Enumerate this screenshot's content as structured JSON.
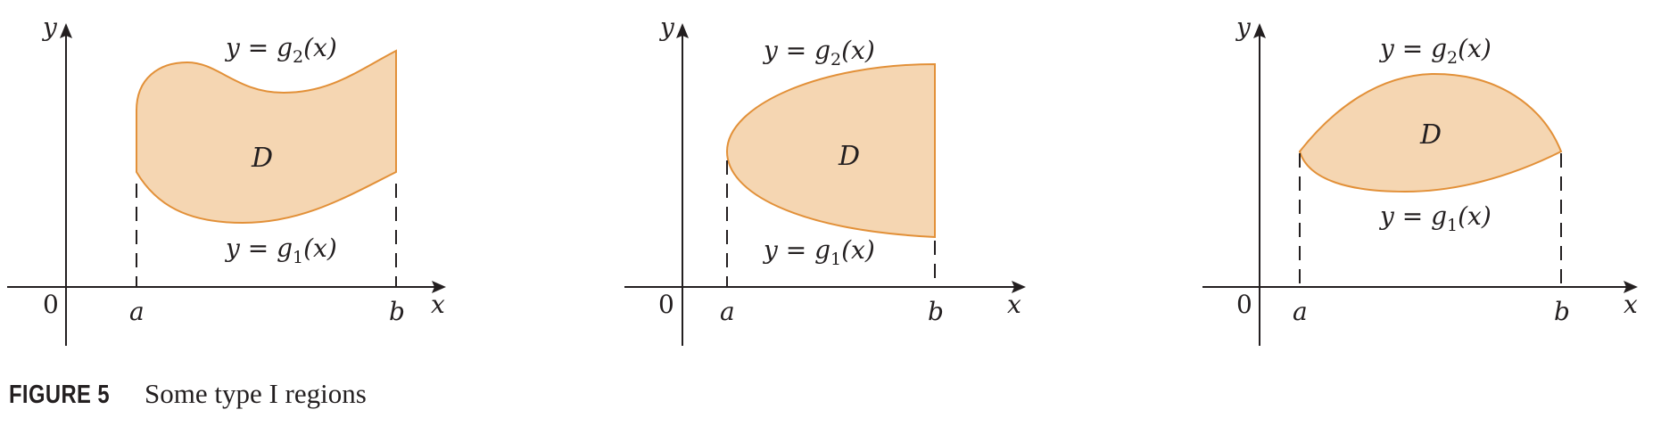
{
  "figure": {
    "label": "FIGURE 5",
    "caption": "Some type I regions"
  },
  "panels": [
    {
      "y_axis_label": "y",
      "x_axis_label": "x",
      "origin_label": "0",
      "a_label": "a",
      "b_label": "b",
      "region_label": "D",
      "upper_curve": {
        "prefix": "y = g",
        "sub": "2",
        "suffix": "(x)"
      },
      "lower_curve": {
        "prefix": "y = g",
        "sub": "1",
        "suffix": "(x)"
      }
    },
    {
      "y_axis_label": "y",
      "x_axis_label": "x",
      "origin_label": "0",
      "a_label": "a",
      "b_label": "b",
      "region_label": "D",
      "upper_curve": {
        "prefix": "y = g",
        "sub": "2",
        "suffix": "(x)"
      },
      "lower_curve": {
        "prefix": "y = g",
        "sub": "1",
        "suffix": "(x)"
      }
    },
    {
      "y_axis_label": "y",
      "x_axis_label": "x",
      "origin_label": "0",
      "a_label": "a",
      "b_label": "b",
      "region_label": "D",
      "upper_curve": {
        "prefix": "y = g",
        "sub": "2",
        "suffix": "(x)"
      },
      "lower_curve": {
        "prefix": "y = g",
        "sub": "1",
        "suffix": "(x)"
      }
    }
  ],
  "colors": {
    "region_fill": "#f5d6b2",
    "region_stroke": "#e29038",
    "ink": "#231f20"
  }
}
